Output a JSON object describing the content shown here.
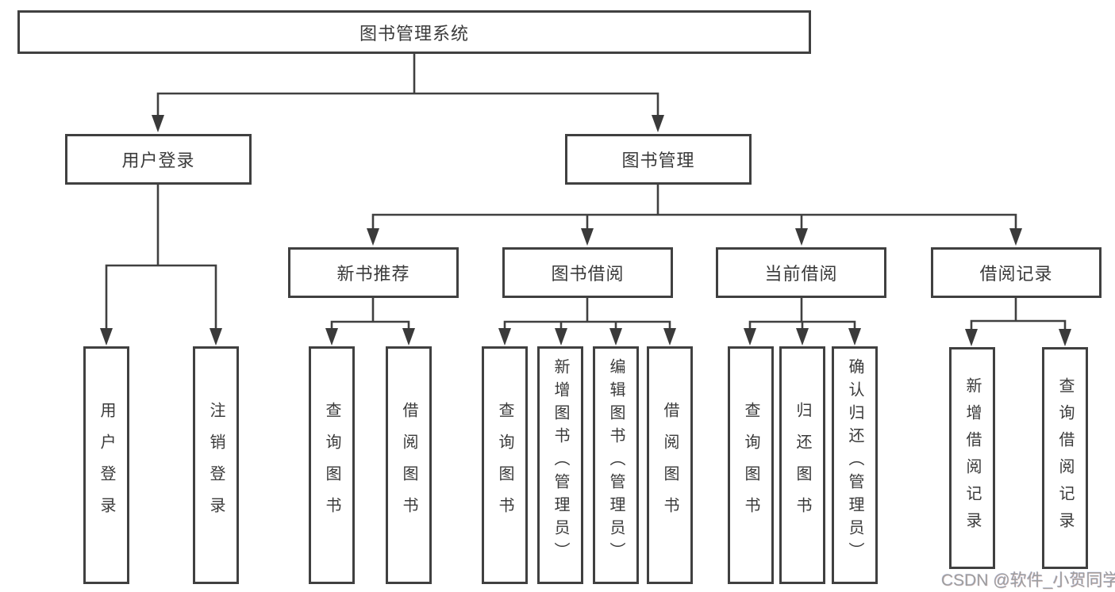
{
  "tree": {
    "root": {
      "label": "图书管理系统"
    },
    "branches": [
      {
        "label": "用户登录",
        "children": [
          {
            "label": "用户登录"
          },
          {
            "label": "注销登录"
          }
        ]
      },
      {
        "label": "图书管理",
        "children": [
          {
            "label": "新书推荐",
            "children": [
              {
                "label": "查询图书"
              },
              {
                "label": "借阅图书"
              }
            ]
          },
          {
            "label": "图书借阅",
            "children": [
              {
                "label": "查询图书"
              },
              {
                "label": "新增图书（管理员）"
              },
              {
                "label": "编辑图书（管理员）"
              },
              {
                "label": "借阅图书"
              }
            ]
          },
          {
            "label": "当前借阅",
            "children": [
              {
                "label": "查询图书"
              },
              {
                "label": "归还图书"
              },
              {
                "label": "确认归还（管理员）"
              }
            ]
          },
          {
            "label": "借阅记录",
            "children": [
              {
                "label": "新增借阅记录"
              },
              {
                "label": "查询借阅记录"
              }
            ]
          }
        ]
      }
    ]
  },
  "watermark": {
    "text": "CSDN @软件_小贺同学"
  },
  "colors": {
    "line": "#404040",
    "text": "#3a3a3a",
    "watermark": "#9e9e9e",
    "background": "#ffffff"
  }
}
